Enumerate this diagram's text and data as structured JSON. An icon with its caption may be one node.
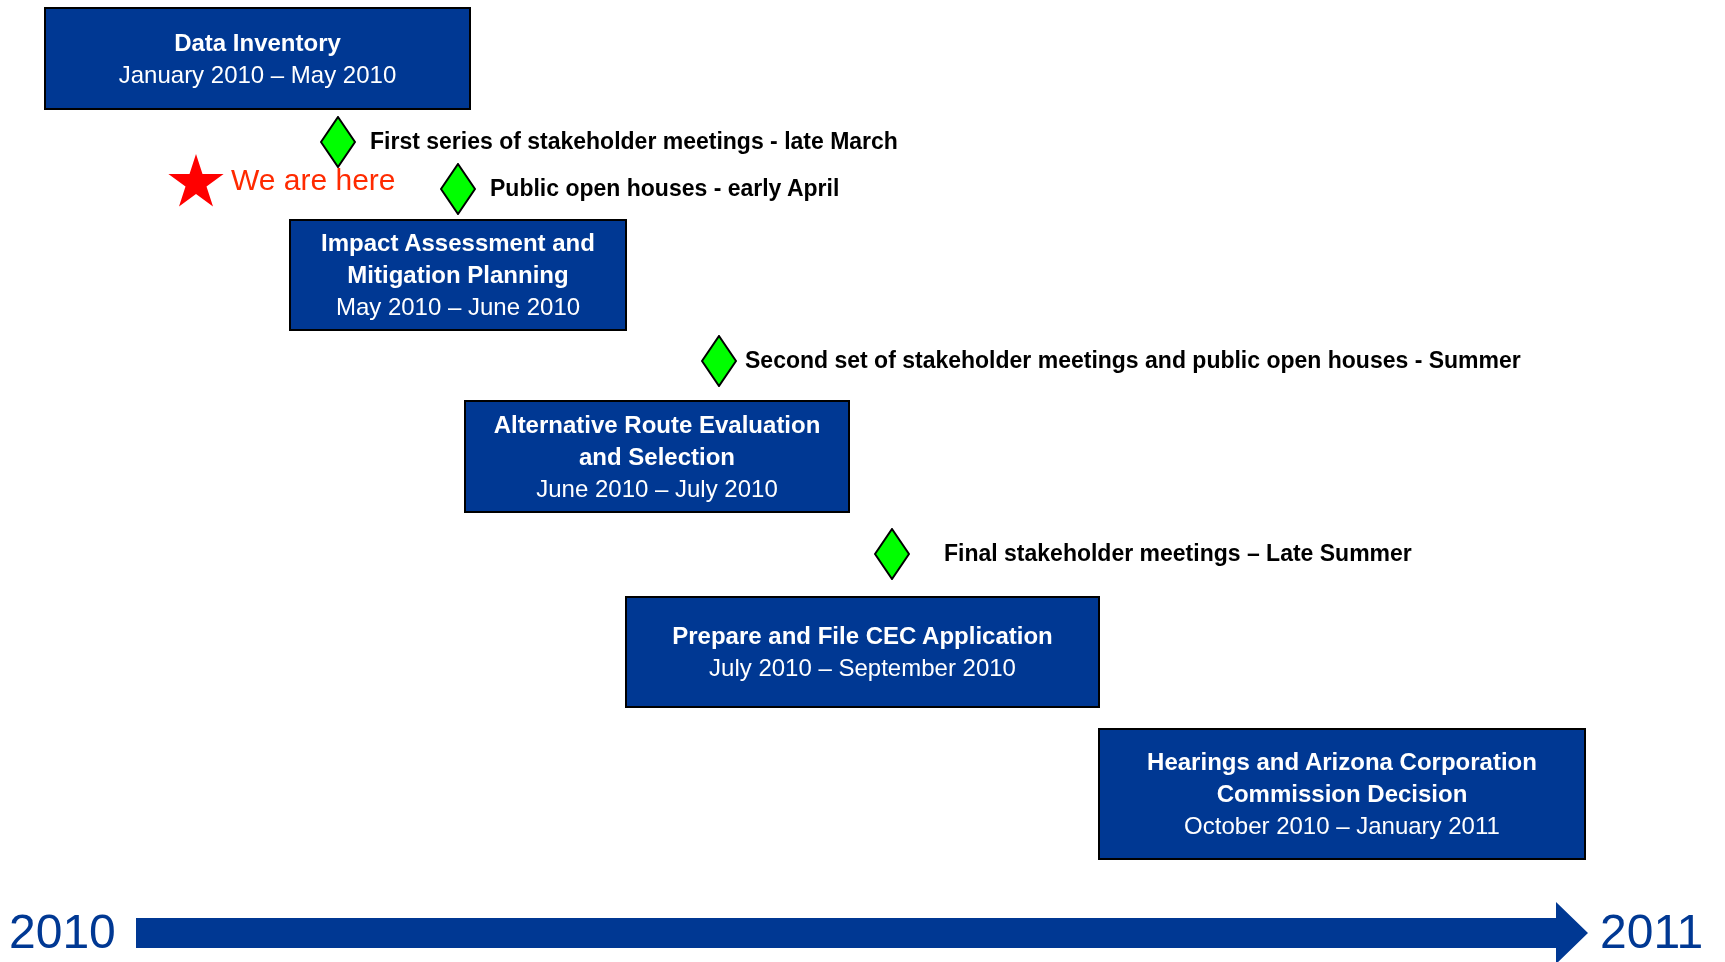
{
  "diagram": {
    "nodes": [
      {
        "text": [
          "Data Inventory",
          "January 2010 – May 2010"
        ]
      },
      {
        "text": [],
        "shape": "diamond",
        "beside": [
          "First series of stakeholder meetings - late March"
        ]
      },
      {
        "text": [],
        "shape": "star",
        "beside": [
          "We are here"
        ]
      },
      {
        "text": [],
        "shape": "diamond",
        "beside": [
          "Public open houses - early April"
        ]
      },
      {
        "text": [
          "Impact Assessment and Mitigation Planning",
          "May 2010 – June 2010"
        ]
      },
      {
        "text": [],
        "shape": "diamond",
        "beside": [
          "Second set of stakeholder meetings and public open houses - Summer"
        ]
      },
      {
        "text": [
          "Alternative Route Evaluation and Selection",
          "June 2010 – July 2010"
        ]
      },
      {
        "text": [],
        "shape": "diamond",
        "beside": [
          "Final stakeholder meetings – Late Summer"
        ]
      },
      {
        "text": [
          "Prepare and File CEC Application",
          "July 2010 – September 2010"
        ]
      },
      {
        "text": [
          "Hearings and Arizona Corporation Commission Decision",
          "October 2010 – January 2011"
        ]
      }
    ],
    "edges": [],
    "labels": [
      "2010",
      "2011"
    ]
  }
}
